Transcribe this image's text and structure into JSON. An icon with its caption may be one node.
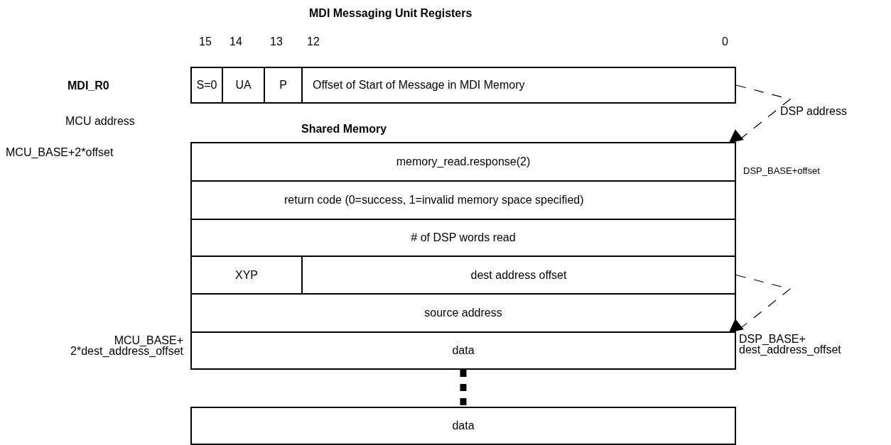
{
  "diagram": {
    "nodes": [
      {
        "text": [
          "S=0"
        ]
      },
      {
        "text": [
          "UA"
        ]
      },
      {
        "text": [
          "P"
        ]
      },
      {
        "text": [
          "Offset of Start of Message in MDI Memory"
        ]
      },
      {
        "text": [
          "memory_read.response(2)"
        ],
        "beside": [
          "DSP_BASE+offset"
        ]
      },
      {
        "text": [
          "return code (0=success, 1=invalid memory space specified)"
        ]
      },
      {
        "text": [
          "# of DSP words read"
        ]
      },
      {
        "text": [
          "XYP"
        ]
      },
      {
        "text": [
          "dest address offset"
        ]
      },
      {
        "text": [
          "source address"
        ]
      },
      {
        "text": [
          "data"
        ],
        "beside": [
          "MCU_BASE+ 2*dest_address_offset",
          "DSP_BASE+ dest_address_offset"
        ]
      },
      {
        "text": [
          "data"
        ]
      }
    ],
    "edges": [
      {
        "from": 3,
        "to": 4,
        "arrow": "to",
        "style": "dashed",
        "label": "DSP address"
      },
      {
        "from": 8,
        "to": 10,
        "arrow": "to",
        "style": "dashed"
      },
      {
        "from": 10,
        "to": 11,
        "arrow": "none",
        "style": "dashed"
      }
    ],
    "labels": [
      "MDI Messaging Unit Registers",
      "15",
      "14",
      "13",
      "12",
      "0",
      "MDI_R0",
      "MCU address",
      "Shared Memory",
      "MCU_BASE+2*offset"
    ]
  }
}
